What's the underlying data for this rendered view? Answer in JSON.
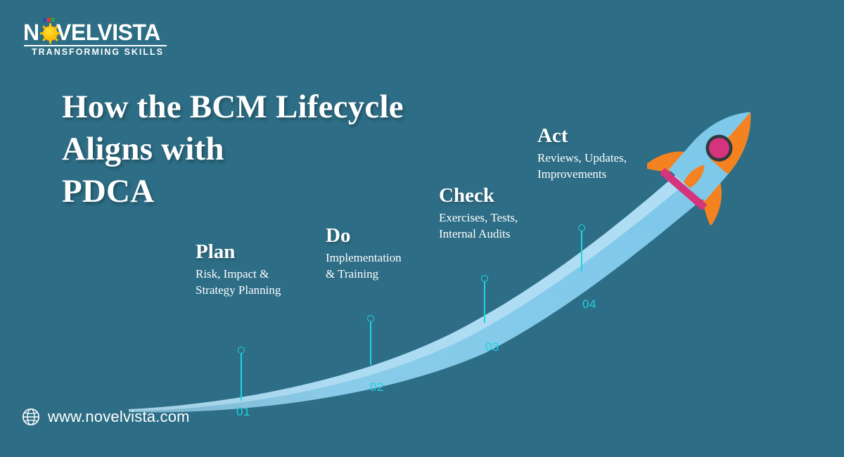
{
  "brand": {
    "logo_text": "NOVELVISTA",
    "logo_pre": "N",
    "logo_post": "VELVISTA",
    "tagline": "TRANSFORMING SKILLS",
    "sun_color": "#ffc107",
    "square_colors": [
      "#2b4fb0",
      "#e03a2a",
      "#2e9e4f"
    ]
  },
  "headline": {
    "line1": "How the BCM Lifecycle",
    "line2": "Aligns with",
    "line3": "PDCA"
  },
  "theme": {
    "background": "#2d6d85",
    "trail": "#7ec8ea",
    "trail_light": "#a6d9f0",
    "accent_cyan": "#1fd4e0",
    "rocket_body": "#7ec8ea",
    "rocket_accent": "#f58220",
    "rocket_window": "#d6337f",
    "rocket_band": "#d6337f"
  },
  "markers": [
    {
      "number": "01"
    },
    {
      "number": "02"
    },
    {
      "number": "03"
    },
    {
      "number": "04"
    }
  ],
  "stages": [
    {
      "title": "Plan",
      "desc": "Risk, Impact &\nStrategy Planning"
    },
    {
      "title": "Do",
      "desc": "Implementation\n& Training"
    },
    {
      "title": "Check",
      "desc": "Exercises, Tests,\nInternal Audits"
    },
    {
      "title": "Act",
      "desc": "Reviews, Updates,\nImprovements"
    }
  ],
  "footer": {
    "url": "www.novelvista.com",
    "icon": "globe-icon"
  },
  "chart_data": {
    "type": "line",
    "title": "How the BCM Lifecycle Aligns with PDCA",
    "categories": [
      "01",
      "02",
      "03",
      "04"
    ],
    "series": [
      {
        "name": "PDCA stages",
        "labels": [
          "Plan",
          "Do",
          "Check",
          "Act"
        ]
      }
    ],
    "annotations": [
      "Plan - Risk, Impact & Strategy Planning",
      "Do - Implementation & Training",
      "Check - Exercises, Tests, Internal Audits",
      "Act - Reviews, Updates, Improvements"
    ],
    "xlabel": "",
    "ylabel": "",
    "grid": false,
    "legend": "none"
  }
}
